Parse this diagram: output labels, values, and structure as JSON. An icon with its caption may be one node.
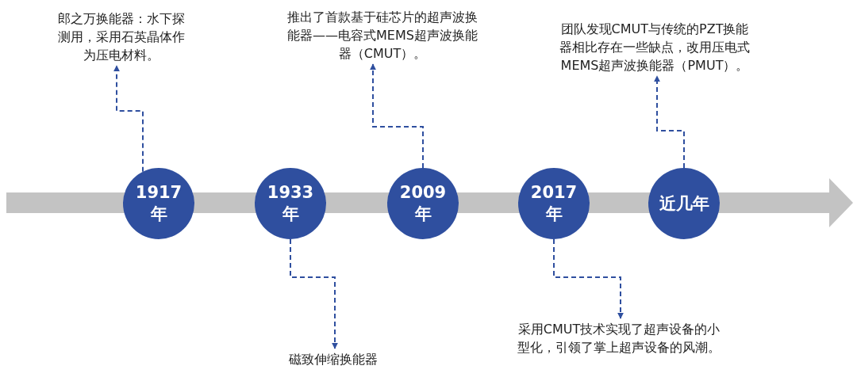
{
  "diagram": {
    "nodes": [
      {
        "text": [
          "郎之万换能器：水下探测用，采用石英晶体作为压电材料。"
        ]
      },
      {
        "text": [
          "推出了首款基于硅芯片的超声波换能器——电容式MEMS超声波换能器（CMUT）。"
        ]
      },
      {
        "text": [
          "团队发现CMUT与传统的PZT换能器相比存在一些缺点，改用压电式MEMS超声波换能器（PMUT）。"
        ]
      },
      {
        "text": [
          "1917年"
        ]
      },
      {
        "text": [
          "1933年"
        ]
      },
      {
        "text": [
          "2009年"
        ]
      },
      {
        "text": [
          "2017年"
        ]
      },
      {
        "text": [
          "近几年"
        ]
      },
      {
        "text": [
          "磁致伸缩换能器"
        ]
      },
      {
        "text": [
          "采用CMUT技术实现了超声设备的小型化，引领了掌上超声设备的风潮。"
        ]
      }
    ],
    "edges": [
      {
        "from": 3,
        "to": 0,
        "arrow": "to",
        "style": "dashed"
      },
      {
        "from": 4,
        "to": 8,
        "arrow": "to",
        "style": "dashed"
      },
      {
        "from": 5,
        "to": 1,
        "arrow": "to",
        "style": "dashed"
      },
      {
        "from": 6,
        "to": 9,
        "arrow": "to",
        "style": "dashed"
      },
      {
        "from": 7,
        "to": 2,
        "arrow": "to",
        "style": "dashed"
      }
    ]
  }
}
